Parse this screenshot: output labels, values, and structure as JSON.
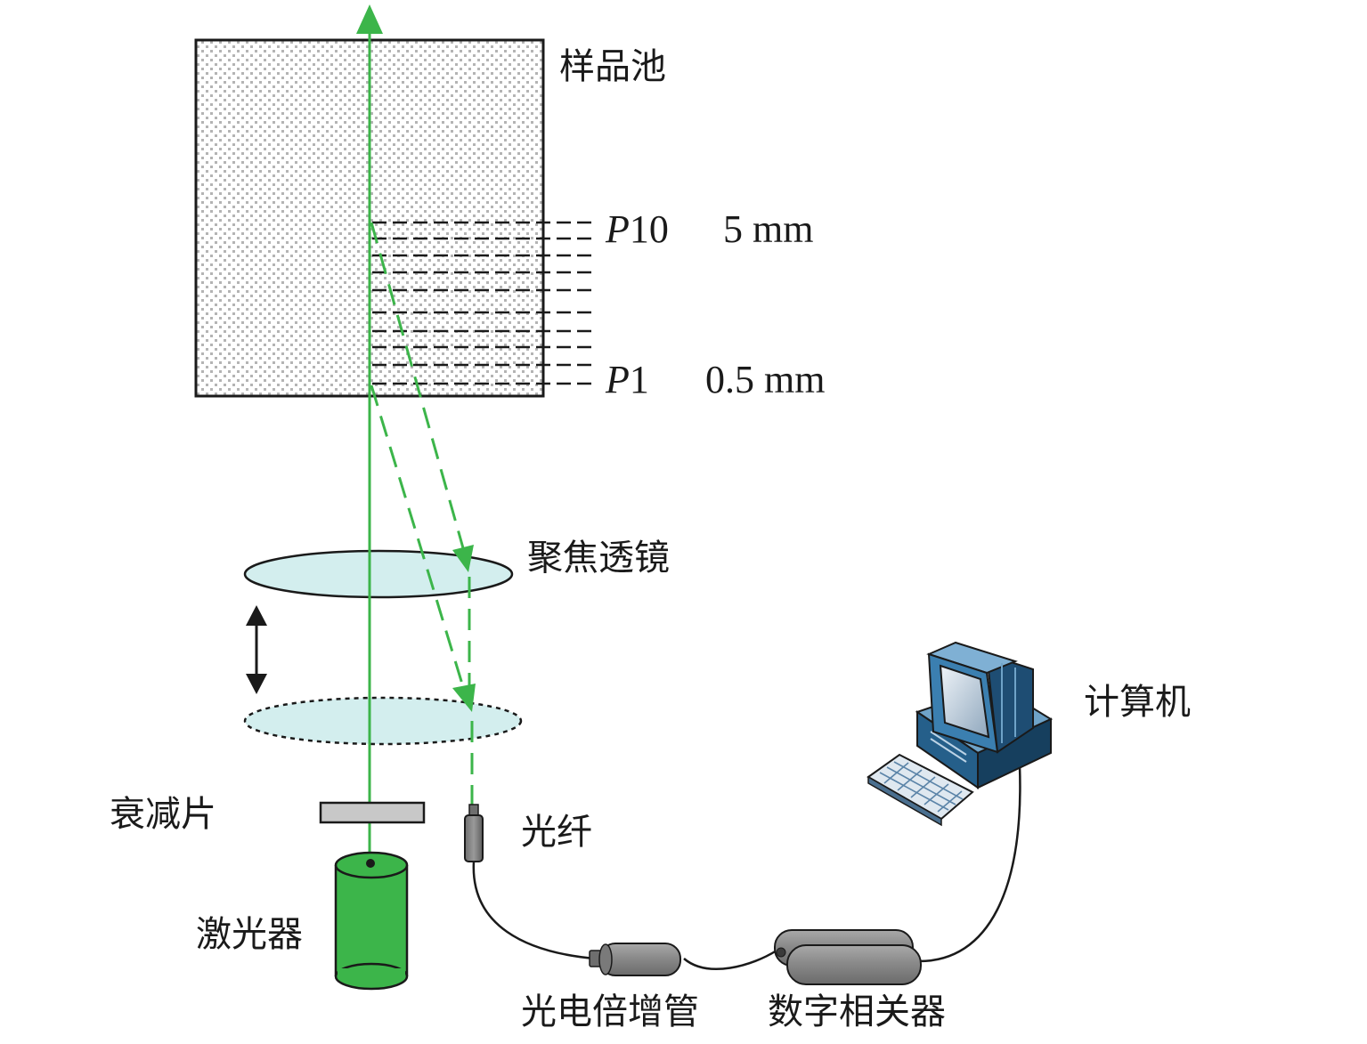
{
  "labels": {
    "sample_cell": "样品池",
    "focus_lens": "聚焦透镜",
    "computer": "计算机",
    "attenuator": "衰减片",
    "optical_fiber": "光纤",
    "laser": "激光器",
    "pmt": "光电倍增管",
    "correlator": "数字相关器"
  },
  "positions": {
    "top": {
      "p_letter": "P",
      "p_index": "10",
      "depth": "5 mm"
    },
    "bottom": {
      "p_letter": "P",
      "p_index": "1",
      "depth": "0.5 mm"
    }
  },
  "colors": {
    "beam": "#3cb54a",
    "laser_body": "#3cb54a",
    "lens_fill": "#d3eeee",
    "attenuator_fill": "#c8c8c8",
    "device_gray": "#8c8c8c",
    "monitor_blue": "#2e6f9e"
  },
  "icons": [
    "computer-icon",
    "keyboard-icon",
    "up-down-arrow-icon"
  ]
}
